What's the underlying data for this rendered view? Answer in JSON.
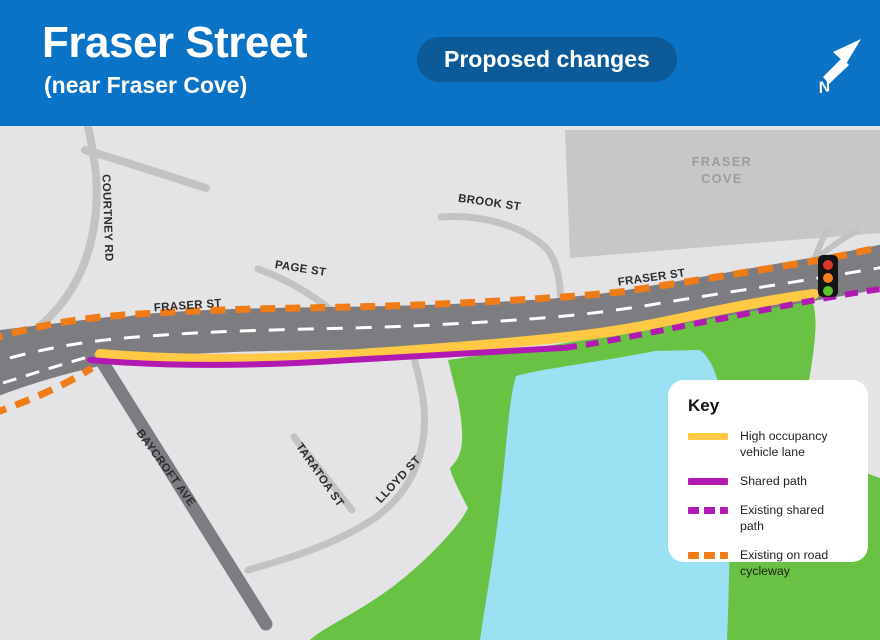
{
  "header": {
    "title": "Fraser Street",
    "subtitle": "(near Fraser Cove)",
    "badge": "Proposed changes",
    "north_label": "N"
  },
  "map": {
    "road_labels": {
      "courtney": "COURTNEY RD",
      "page": "PAGE ST",
      "brook": "BROOK ST",
      "fraser_west": "FRASER ST",
      "fraser_east": "FRASER ST",
      "baycroft": "BAYCROFT AVE",
      "taratoa": "TARATOA ST",
      "lloyd": "LLOYD ST"
    },
    "area_labels": {
      "fraser_cove_line1": "FRASER",
      "fraser_cove_line2": "COVE"
    },
    "colors": {
      "background": "#e4e4e6",
      "building": "#c7c7c9",
      "minor_road": "#c3c3c5",
      "major_road": "#7d7d81",
      "green_space": "#69c244",
      "water": "#9be1f4",
      "header_blue": "#0b73c6",
      "badge_blue": "#0d5a99"
    },
    "traffic_light_colors": [
      "#d93829",
      "#f2821d",
      "#5cc230"
    ]
  },
  "key": {
    "title": "Key",
    "items": [
      {
        "label": "High occupancy vehicle lane",
        "style": "solid",
        "color": "#ffc845"
      },
      {
        "label": "Shared path",
        "style": "solid",
        "color": "#b219b2"
      },
      {
        "label": "Existing shared path",
        "style": "dashed",
        "color": "#b219b2"
      },
      {
        "label": "Existing on road cycleway",
        "style": "dashed",
        "color": "#f07c17"
      }
    ]
  }
}
